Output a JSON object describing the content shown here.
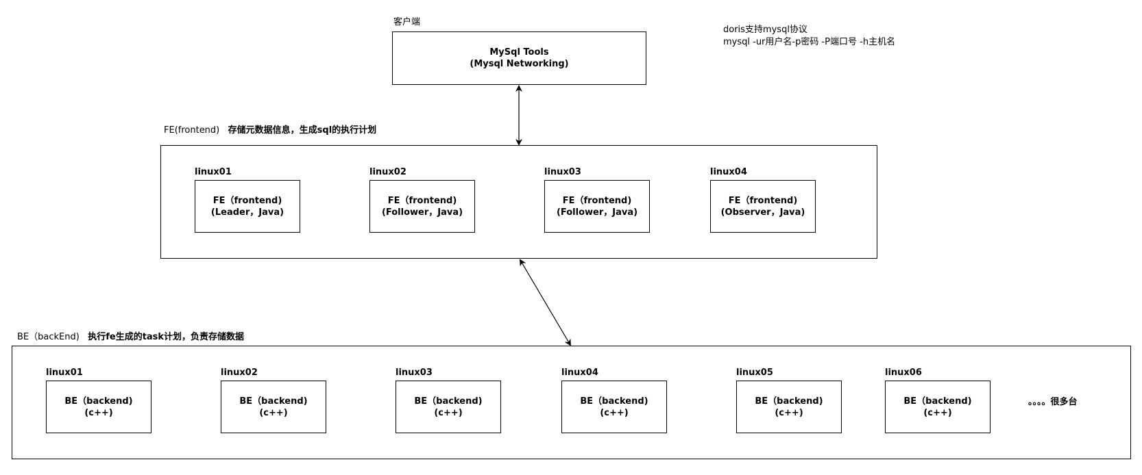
{
  "client": {
    "caption": "客户端",
    "line1": "MySql Tools",
    "line2": "(Mysql Networking)"
  },
  "note": {
    "line1": "doris支持mysql协议",
    "line2": "mysql -ur用户名-p密码 -P端口号  -h主机名"
  },
  "fe": {
    "caption_plain": "FE(frontend)",
    "caption_bold": "存储元数据信息，生成sql的执行计划",
    "nodes": [
      {
        "host": "linux01",
        "line1": "FE（frontend)",
        "line2": "(Leader，Java)"
      },
      {
        "host": "linux02",
        "line1": "FE（frontend)",
        "line2": "(Follower，Java)"
      },
      {
        "host": "linux03",
        "line1": "FE（frontend)",
        "line2": "(Follower，Java)"
      },
      {
        "host": "linux04",
        "line1": "FE（frontend)",
        "line2": "(Observer，Java)"
      }
    ]
  },
  "be": {
    "caption_plain": "BE（backEnd)",
    "caption_bold": "执行fe生成的task计划，负责存储数据",
    "nodes": [
      {
        "host": "linux01",
        "line1": "BE（backend)",
        "line2": "(c++)"
      },
      {
        "host": "linux02",
        "line1": "BE（backend)",
        "line2": "(c++)"
      },
      {
        "host": "linux03",
        "line1": "BE（backend)",
        "line2": "(c++)"
      },
      {
        "host": "linux04",
        "line1": "BE（backend)",
        "line2": "(c++)"
      },
      {
        "host": "linux05",
        "line1": "BE（backend)",
        "line2": "(c++)"
      },
      {
        "host": "linux06",
        "line1": "BE（backend)",
        "line2": "(c++)"
      }
    ],
    "more": "。。。。很多台"
  }
}
